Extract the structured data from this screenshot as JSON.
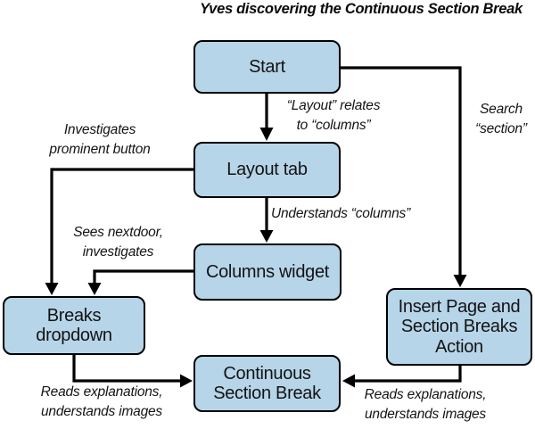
{
  "title": "Yves discovering the Continuous Section Break",
  "colors": {
    "node_fill": "#b7d5e9",
    "node_border": "#000000",
    "connector": "#000000",
    "text": "#111111"
  },
  "nodes": {
    "start": "Start",
    "layout_tab": "Layout tab",
    "columns_widget": "Columns widget",
    "breaks_dropdown": "Breaks\ndropdown",
    "insert_action": "Insert Page and\nSection Breaks\nAction",
    "continuous": "Continuous\nSection Break"
  },
  "edge_labels": {
    "layout_relates": "“Layout” relates\nto “columns”",
    "search_section": "Search\n“section”",
    "investigates": "Investigates\nprominent button",
    "understands": "Understands “columns”",
    "sees_nextdoor": "Sees nextdoor,\ninvestigates",
    "reads_left": "Reads explanations,\nunderstands images",
    "reads_right": "Reads explanations,\nunderstands images"
  }
}
